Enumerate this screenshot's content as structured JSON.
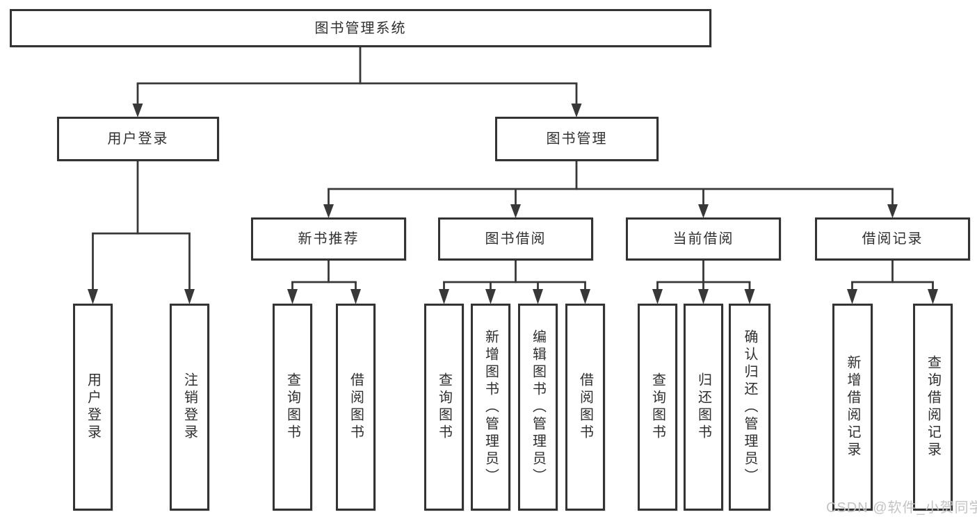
{
  "tree": {
    "root": "图书管理系统",
    "level2": [
      "用户登录",
      "图书管理"
    ],
    "level3": [
      "新书推荐",
      "图书借阅",
      "当前借阅",
      "借阅记录"
    ],
    "leaves_user_login": [
      "用户登录",
      "注销登录"
    ],
    "leaves_new_book": [
      "查询图书",
      "借阅图书"
    ],
    "leaves_book_borrow": [
      "查询图书",
      "新增图书（管理员）",
      "编辑图书（管理员）",
      "借阅图书"
    ],
    "leaves_current_borrow": [
      "查询图书",
      "归还图书",
      "确认归还（管理员）"
    ],
    "leaves_borrow_records": [
      "新增借阅记录",
      "查询借阅记录"
    ]
  },
  "watermark": "CSDN @软件_小贺同学",
  "colors": {
    "line": "#383838",
    "box_border": "#333333",
    "text": "#2f2f2f",
    "watermark_text": "#c3c3c3",
    "background": "#ffffff"
  }
}
